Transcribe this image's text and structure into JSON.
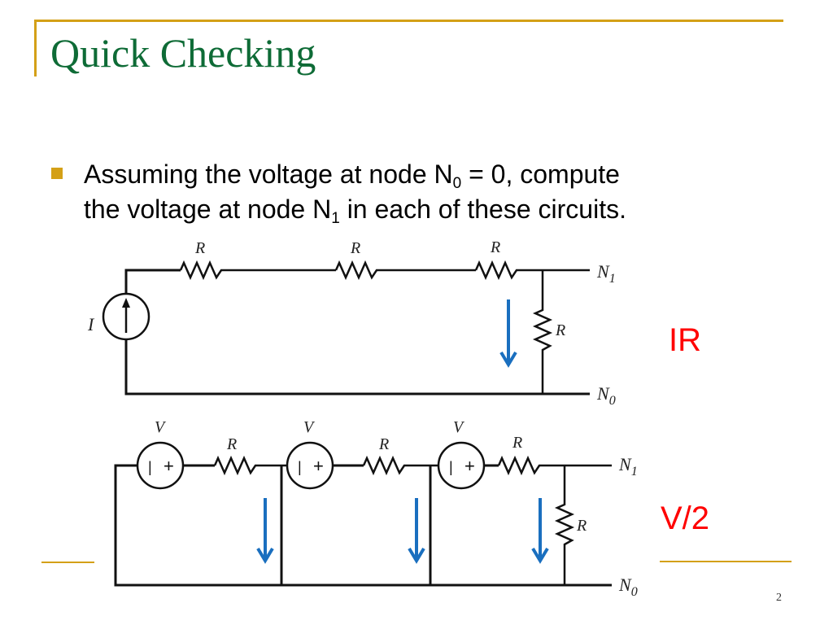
{
  "slide": {
    "title": "Quick Checking",
    "page_number": "2",
    "bullet": {
      "part1": "Assuming the voltage at node N",
      "sub1": "0",
      "part2": " = 0, compute",
      "part3": "the voltage at node N",
      "sub2": "1",
      "part4": " in each of these circuits."
    },
    "colors": {
      "title": "#0e6b36",
      "accent_gold": "#d4a017",
      "answer_red": "#ff0000",
      "arrow_blue": "#1a6fbf"
    }
  },
  "circuit1": {
    "source_label": "I",
    "source_type": "current-source",
    "series_resistor_labels": [
      "R",
      "R",
      "R"
    ],
    "shunt_resistor_label": "R",
    "node_top": "N",
    "node_top_sub": "1",
    "node_bottom": "N",
    "node_bottom_sub": "0",
    "answer": "IR"
  },
  "circuit2": {
    "stages": [
      {
        "source_label": "V",
        "minus": "|",
        "plus": "+",
        "resistor_label": "R"
      },
      {
        "source_label": "V",
        "minus": "|",
        "plus": "+",
        "resistor_label": "R"
      },
      {
        "source_label": "V",
        "minus": "|",
        "plus": "+",
        "resistor_label": "R"
      }
    ],
    "shunt_resistor_label": "R",
    "node_top": "N",
    "node_top_sub": "1",
    "node_bottom": "N",
    "node_bottom_sub": "0",
    "answer": "V/2"
  }
}
